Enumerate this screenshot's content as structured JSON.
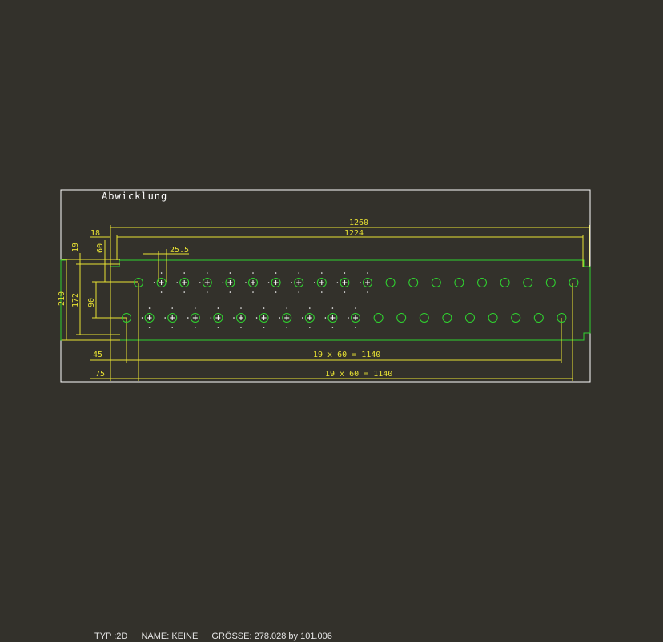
{
  "drawing": {
    "view_title": "Abwicklung",
    "dimensions": {
      "total_length": "1260",
      "inner_length": "1224",
      "offset_left": "18",
      "hole_offset": "25.5",
      "top_offset": "19",
      "hole_row_offset": "60",
      "total_height": "210",
      "inner_height": "172",
      "row_spacing": "90",
      "lower_start": "45",
      "upper_start": "75",
      "lower_pattern": "19 x 60 = 1140",
      "upper_pattern": "19 x 60 = 1140"
    },
    "hole_pattern": {
      "holes_per_row": 20,
      "marked_holes_per_row": 10
    },
    "colors": {
      "background": "#33312b",
      "part_outline": "#2fd42f",
      "dimension": "#e8e233",
      "sheet_frame": "#ffffff"
    }
  },
  "status": {
    "type": "TYP :2D",
    "name": "NAME: KEINE",
    "size": "GRÖSSE: 278.028 by 101.006"
  }
}
